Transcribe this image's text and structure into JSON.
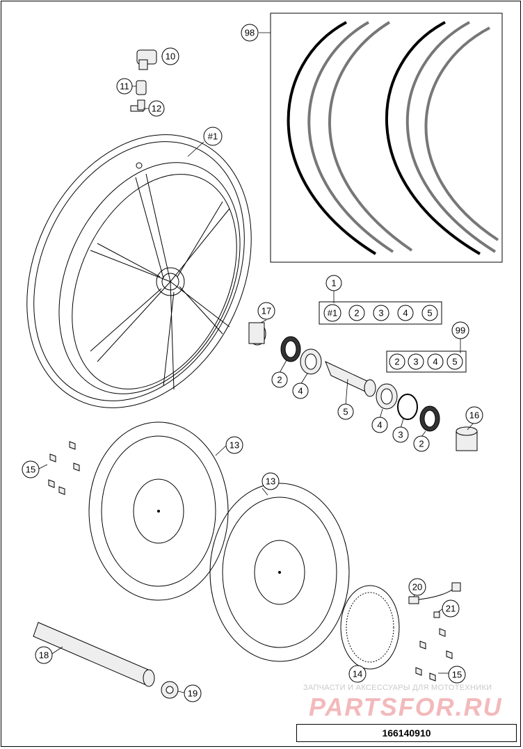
{
  "callouts": {
    "c98": "98",
    "c10": "10",
    "c11": "11",
    "c12": "12",
    "wheel": "#1",
    "c1": "1",
    "c17": "17",
    "c99": "99",
    "c2a": "2",
    "c4a": "4",
    "c5": "5",
    "c4b": "4",
    "c3": "3",
    "c2b": "2",
    "c16": "16",
    "c15a": "15",
    "c13a": "13",
    "c13b": "13",
    "c20": "20",
    "c21": "21",
    "c18": "18",
    "c14": "14",
    "c15b": "15",
    "c19": "19"
  },
  "set1": [
    "#1",
    "2",
    "3",
    "4",
    "5"
  ],
  "set99": [
    "2",
    "3",
    "4",
    "5"
  ],
  "drawing_number": "166140910",
  "watermark": {
    "caption": "ЗАПЧАСТИ И АКСЕССУАРЫ ДЛЯ МОТОТЕХНИКИ",
    "logo": "PARTSFOR.RU"
  }
}
